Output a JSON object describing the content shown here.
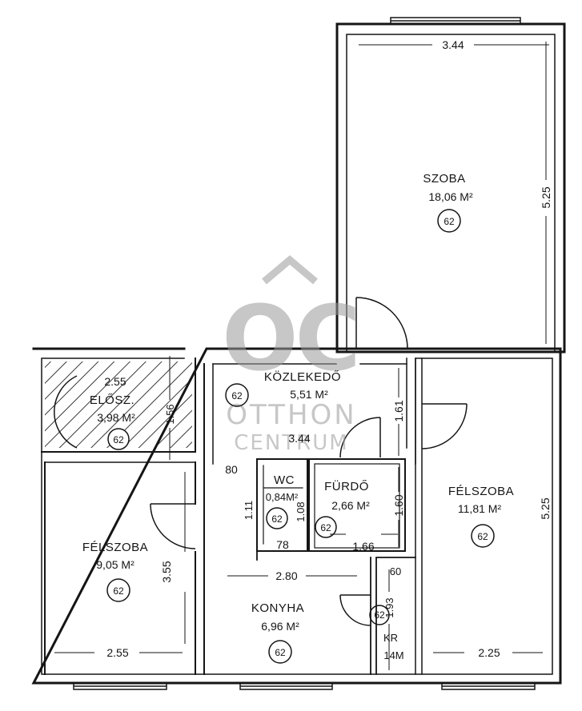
{
  "rooms": {
    "szoba": {
      "name": "SZOBA",
      "area": "18,06 M²",
      "code": "62"
    },
    "kozlekedo": {
      "name": "KÖZLEKEDŐ",
      "area": "5,51 M²",
      "code": "62"
    },
    "elosz": {
      "name": "ELŐSZ.",
      "area": "3,98 M²",
      "code": "62"
    },
    "felszoba_r": {
      "name": "FÉLSZOBA",
      "area": "11,81 M²",
      "code": "62"
    },
    "wc": {
      "name": "WC",
      "area": "0,84M²",
      "code": "62"
    },
    "furdo": {
      "name": "FÜRDŐ",
      "area": "2,66 M²",
      "code": "62"
    },
    "felszoba_l": {
      "name": "FÉLSZOBA",
      "area": "9,05 M²",
      "code": "62"
    },
    "konyha": {
      "name": "KONYHA",
      "area": "6,96 M²",
      "code": "62"
    },
    "kamra": {
      "name": "KR",
      "area": "14M",
      "code": "62"
    }
  },
  "dimensions": {
    "szoba_width": "3.44",
    "szoba_depth": "5.25",
    "right_depth": "5.25",
    "elosz_width": "2.55",
    "elosz_depth": "1.56",
    "kozl_width": "3.44",
    "kozl_depth": "1.61",
    "furdo_depth": "1.60",
    "furdo_width": "1.66",
    "wc_depth": "1.08",
    "wc_left": "1.11",
    "wc_width": "78",
    "hall_gap": "80",
    "felszoba_l_depth": "3.55",
    "felszoba_l_width": "2.55",
    "konyha_width": "2.80",
    "kamra_width": "60",
    "kamra_depth": "1.93",
    "felszoba_r_width": "2.25"
  },
  "watermark": {
    "logo": "OC",
    "line1": "OTTHON",
    "line2": "CENTRUM"
  },
  "colors": {
    "line": "#151515",
    "watermark": "#9a9a9a",
    "background": "#ffffff"
  }
}
